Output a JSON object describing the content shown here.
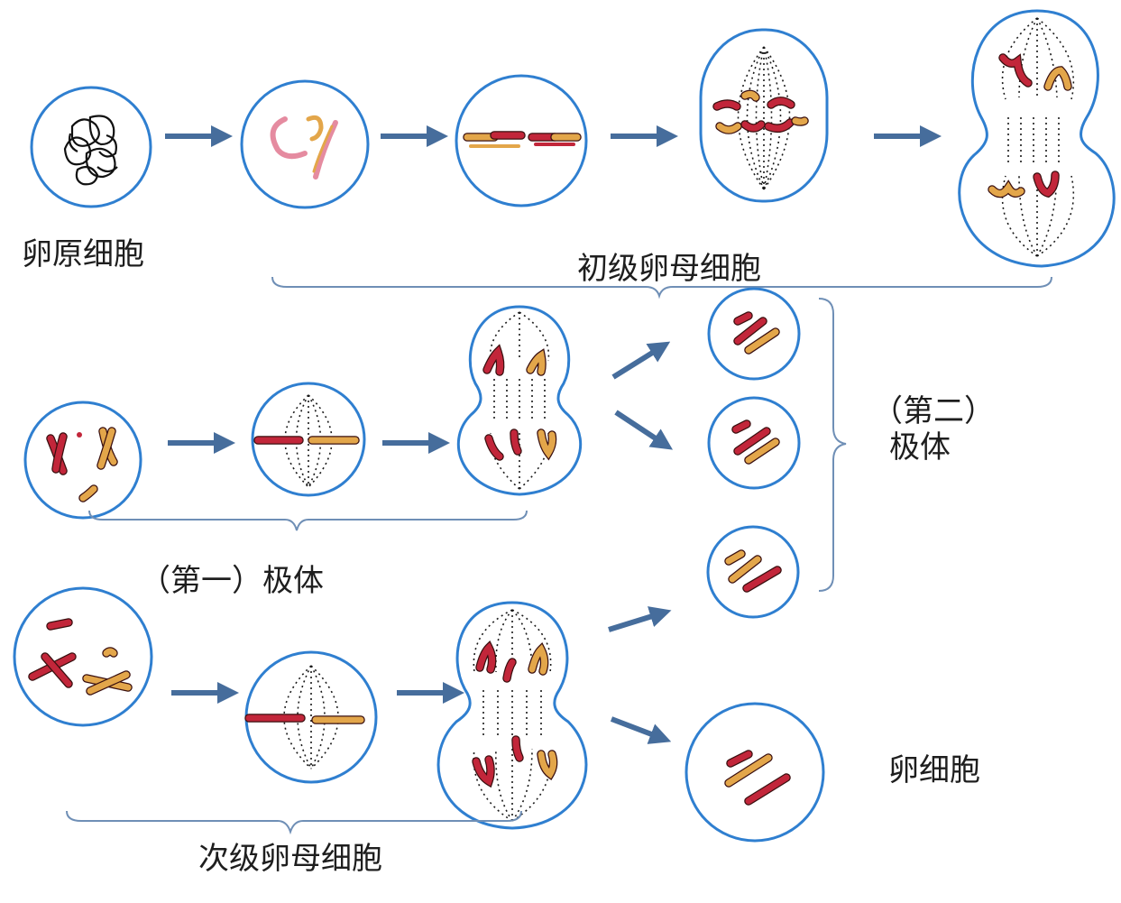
{
  "labels": {
    "oogonium": "卵原细胞",
    "primary_oocyte": "初级卵母细胞",
    "first_polar_body": "（第一）极体",
    "secondary_oocyte": "次级卵母细胞",
    "second_polar_body_line1": "（第二）",
    "second_polar_body_line2": "极体",
    "egg_cell": "卵细胞"
  },
  "colors": {
    "cell_fill_center": "#ffffff",
    "cell_fill_edge": "#7fbdf0",
    "cell_border": "#2f7fd0",
    "arrow": "#466d9c",
    "brace": "#6f8fb6",
    "chromosome_red": "#c2263a",
    "chromosome_orange": "#e3a64a",
    "chromosome_pink": "#e58ba0"
  },
  "icons": {
    "arrow": "right-arrow-icon",
    "brace": "curly-brace-icon"
  }
}
